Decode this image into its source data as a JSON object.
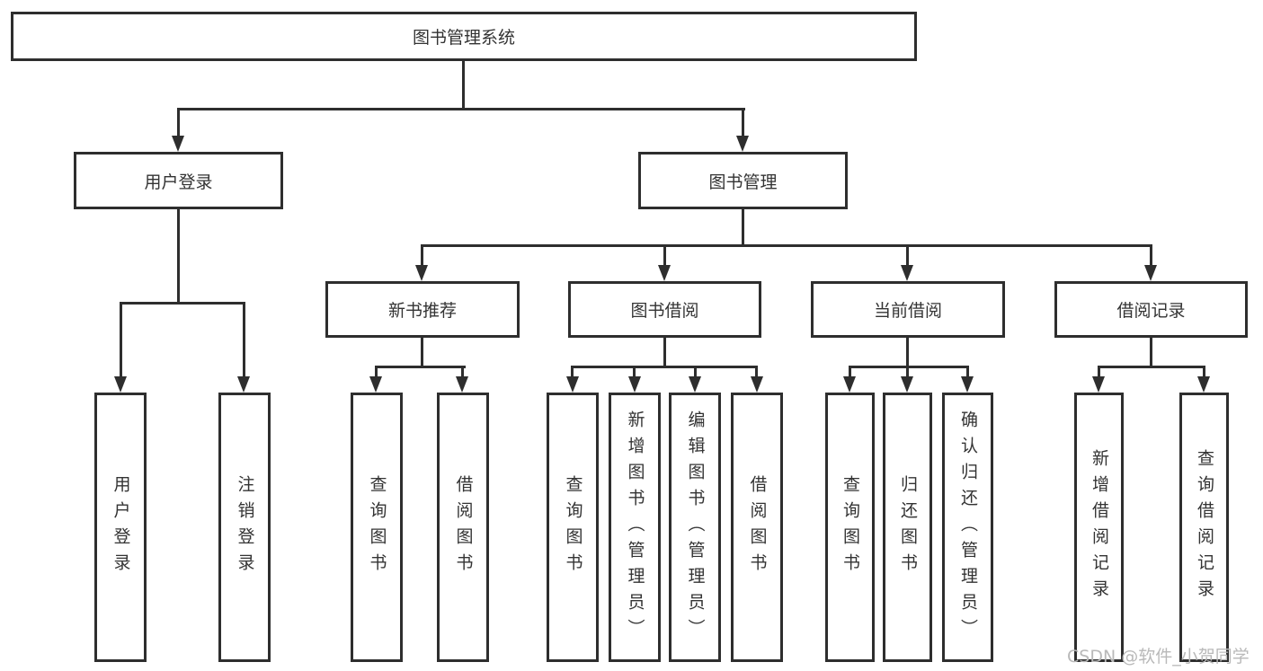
{
  "tree": {
    "label": "图书管理系统",
    "children": [
      {
        "label": "用户登录",
        "children": [
          {
            "label": "用户登录"
          },
          {
            "label": "注销登录"
          }
        ]
      },
      {
        "label": "图书管理",
        "children": [
          {
            "label": "新书推荐",
            "children": [
              {
                "label": "查询图书"
              },
              {
                "label": "借阅图书"
              }
            ]
          },
          {
            "label": "图书借阅",
            "children": [
              {
                "label": "查询图书"
              },
              {
                "label": "新增图书（管理员）"
              },
              {
                "label": "编辑图书（管理员）"
              },
              {
                "label": "借阅图书"
              }
            ]
          },
          {
            "label": "当前借阅",
            "children": [
              {
                "label": "查询图书"
              },
              {
                "label": "归还图书"
              },
              {
                "label": "确认归还（管理员）"
              }
            ]
          },
          {
            "label": "借阅记录",
            "children": [
              {
                "label": "新增借阅记录"
              },
              {
                "label": "查询借阅记录"
              }
            ]
          }
        ]
      }
    ]
  },
  "watermark": {
    "text": "CSDN @软件_小贺同学"
  },
  "colors": {
    "line": "#2e2e2e",
    "text": "#333333",
    "watermark": "#b9b9b9",
    "background": "#ffffff"
  }
}
